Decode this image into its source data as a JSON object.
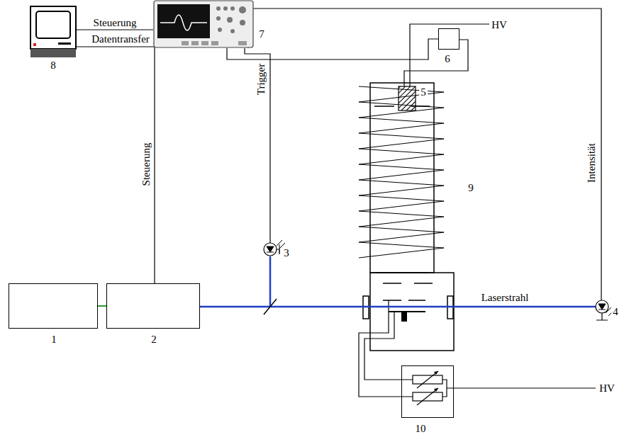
{
  "diagram": {
    "nodes": [
      {
        "text": [
          "8"
        ]
      },
      {
        "text": [
          "7"
        ]
      },
      {
        "text": [
          "6"
        ]
      },
      {
        "text": [
          "1"
        ]
      },
      {
        "text": [
          "2"
        ]
      },
      {
        "text": [
          "10"
        ]
      }
    ],
    "edges": [
      {
        "from": 3,
        "to": 4,
        "arrow": "none"
      },
      {
        "from": 0,
        "to": 1,
        "label": "Steuerung",
        "arrow": "none"
      },
      {
        "from": 0,
        "to": 4,
        "label": "Steuerung",
        "arrow": "none"
      },
      {
        "from": 1,
        "to": 2,
        "arrow": "none"
      }
    ],
    "labels": [
      "Datentransfer",
      "HV",
      "5",
      "Trigger",
      "3",
      "9",
      "Intensität",
      "Laserstrahl",
      "4",
      "HV"
    ]
  }
}
